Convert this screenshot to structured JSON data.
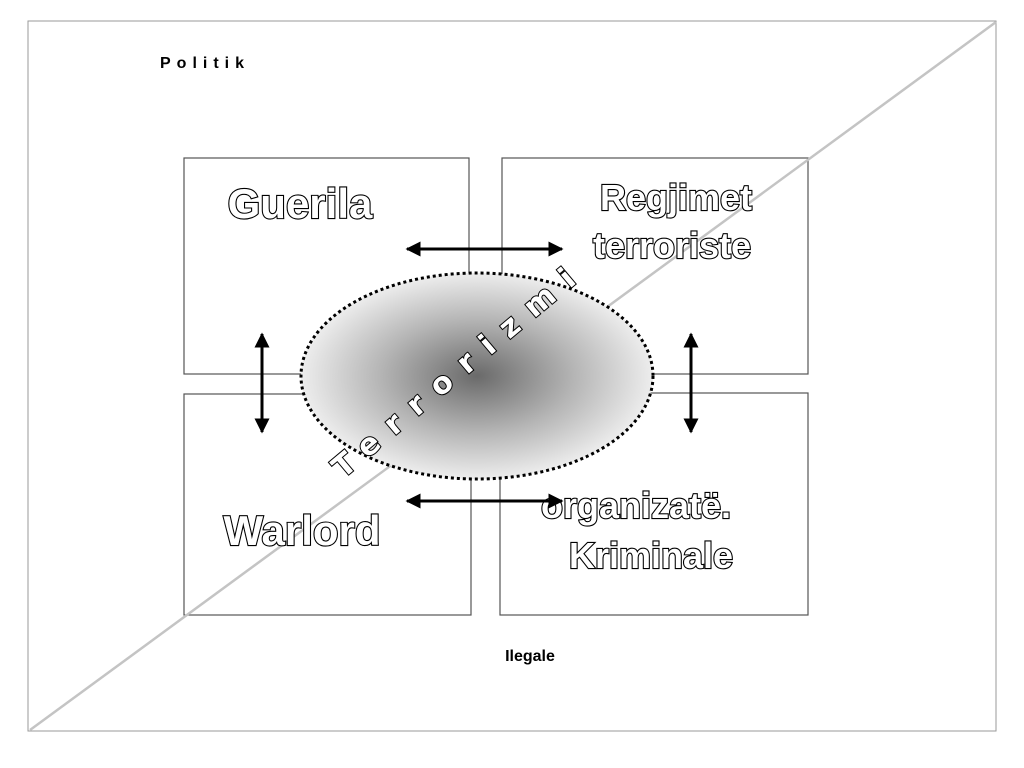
{
  "diagram": {
    "top_label": "Politik",
    "bottom_label": "Ilegale",
    "center_label": "Terrorizmi",
    "quadrants": {
      "top_left": "Guerila",
      "top_right_line1": "Regjimet",
      "top_right_line2": "terroriste",
      "bottom_left": "Warlord",
      "bottom_right_line1": "organizatë.",
      "bottom_right_line2": "Kriminale"
    }
  }
}
